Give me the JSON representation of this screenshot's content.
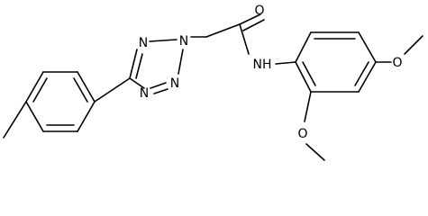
{
  "molecule": {
    "atoms": {
      "carbonyl_oxygen": "O",
      "amide_nh": "NH",
      "tetrazole_n1": "N",
      "tetrazole_n2": "N",
      "tetrazole_n3": "N",
      "tetrazole_n4": "N",
      "methoxy_oxygen_para": "O",
      "methoxy_oxygen_ortho": "O"
    }
  },
  "colors": {
    "bond": "#000000",
    "atom_label": "#000000",
    "background": "#ffffff"
  }
}
